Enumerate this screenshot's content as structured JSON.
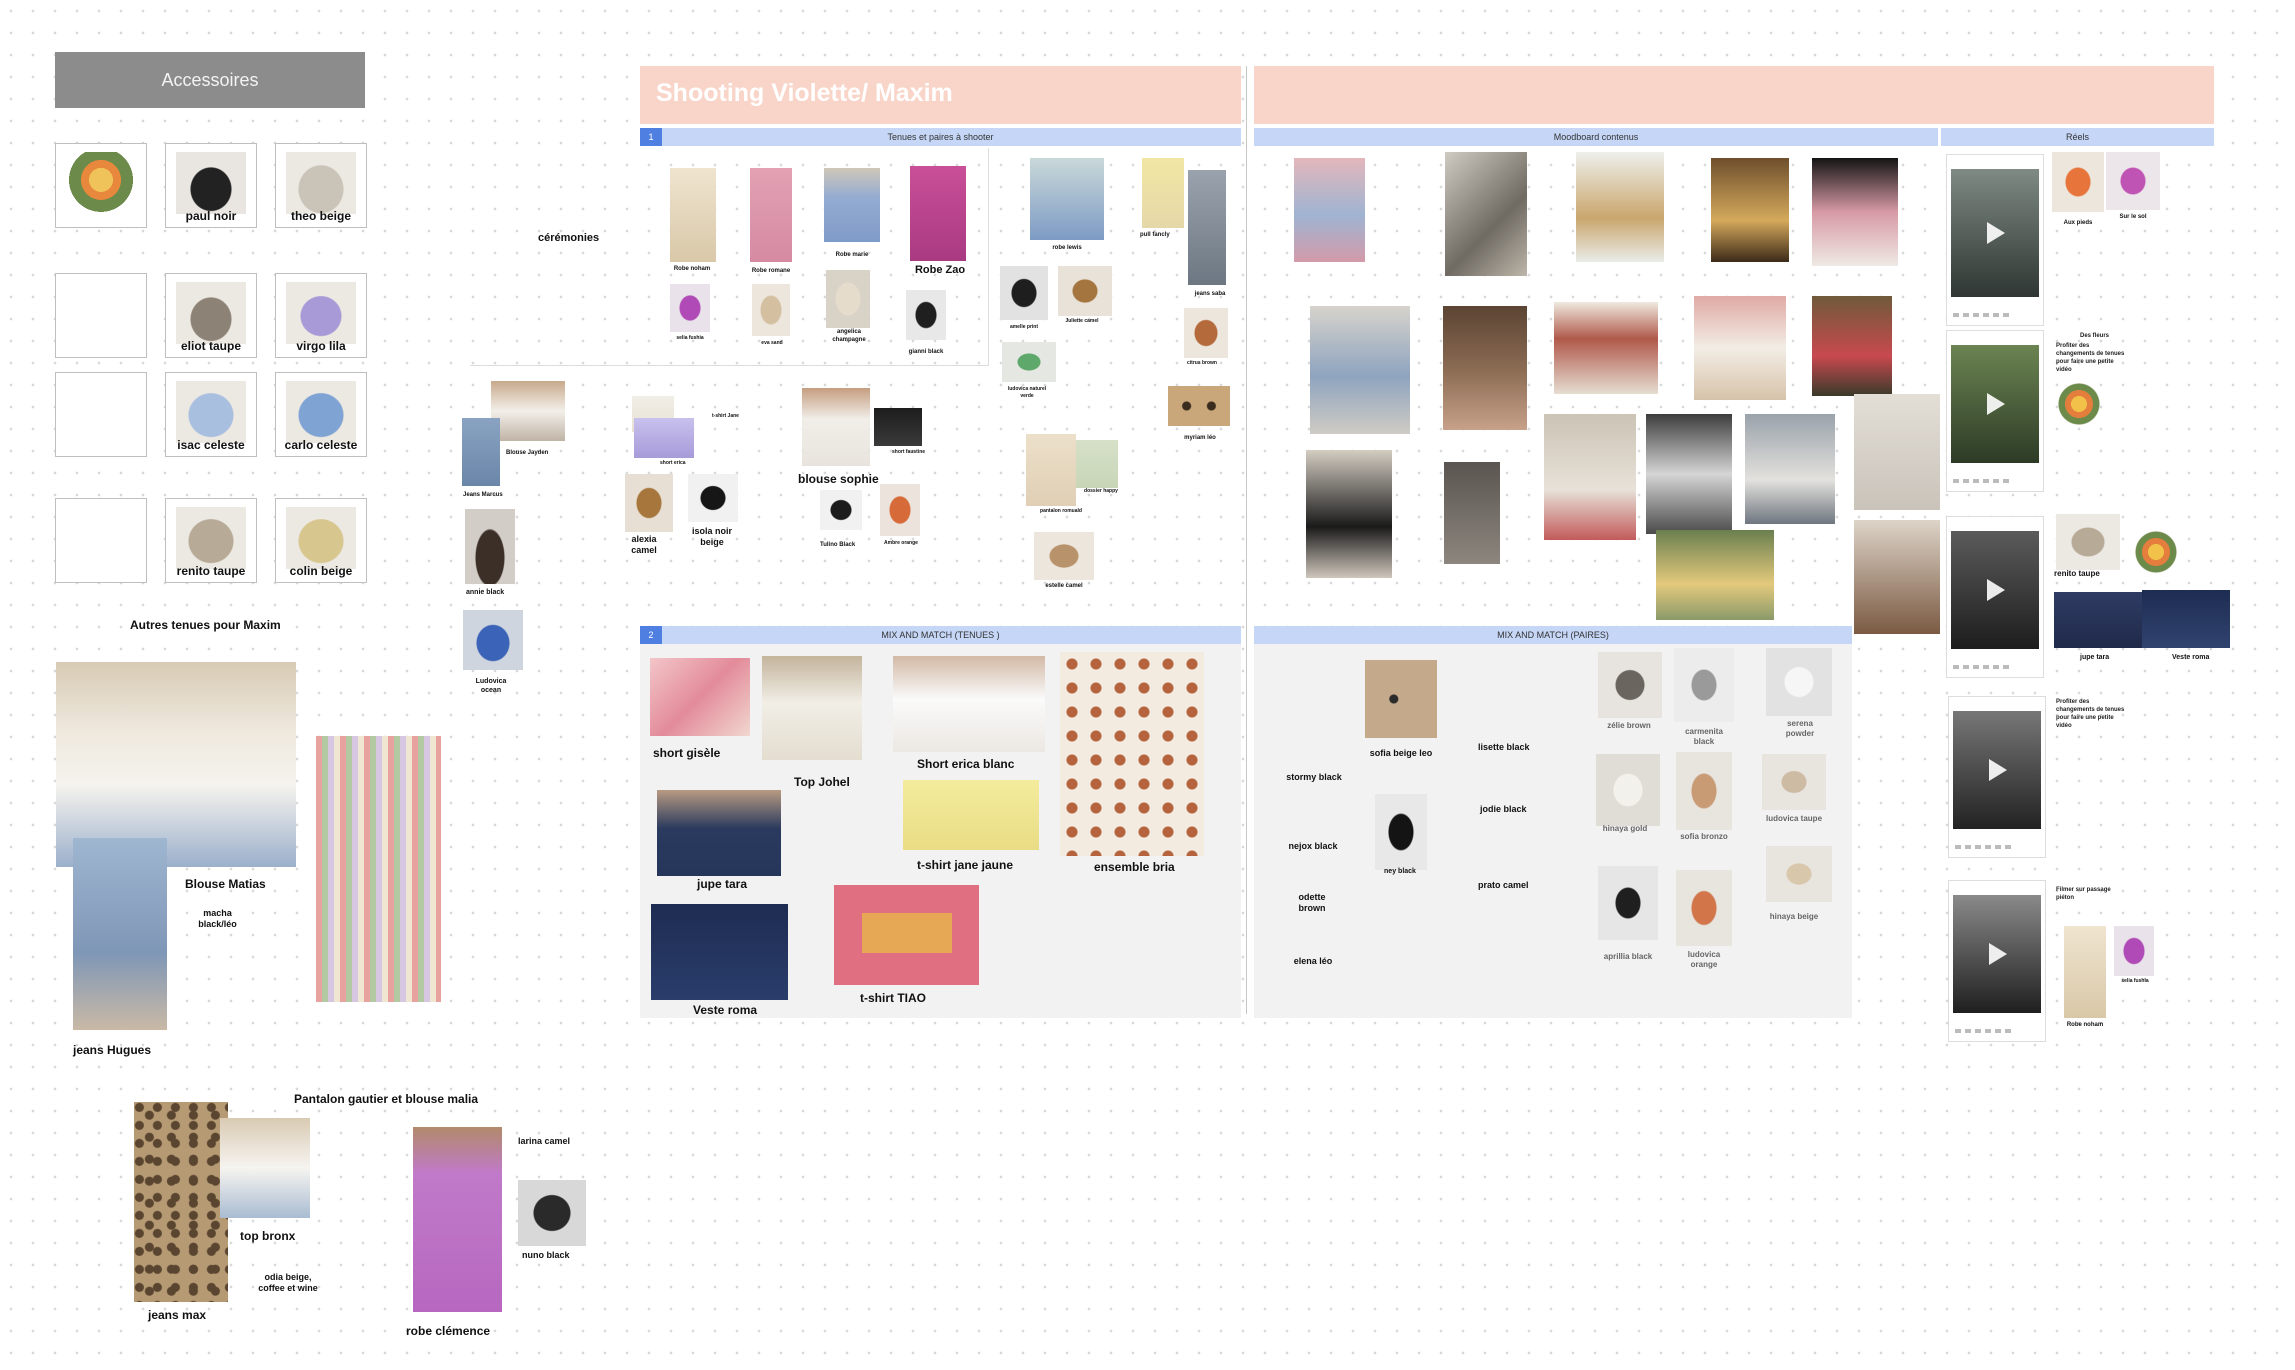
{
  "accessoires": {
    "title": "Accessoires",
    "items": [
      "",
      "paul noir",
      "theo beige",
      "",
      "eliot taupe",
      "virgo lila",
      "",
      "isac celeste",
      "carlo celeste",
      "",
      "renito taupe",
      "colin beige"
    ]
  },
  "ceremonies_label": "cérémonies",
  "maxim": {
    "title": "Autres tenues pour Maxim",
    "blouse_matias": "Blouse Matias",
    "macha": "macha black/léo",
    "jeans_hugues": "jeans Hugues",
    "pantalon_title": "Pantalon gautier et blouse malia",
    "top_bronx": "top bronx",
    "odia": "odia beige, coffee et wine",
    "jeans_max": "jeans max",
    "larina": "larina camel",
    "nuno": "nuno black",
    "robe_clemence": "robe clémence"
  },
  "left_column": {
    "blouse_jayden": "Blouse Jayden",
    "jeans_marcus": "Jeans Marcus",
    "annie_black": "annie black",
    "ludovica_ocean": "Ludovica ocean"
  },
  "shooting": {
    "title": "Shooting Violette/ Maxim",
    "section1_num": "1",
    "section1_title": "Tenues et paires à shooter",
    "row1": [
      "Robe noham",
      "Robe romane",
      "Robe marie",
      "Robe Zao",
      "robe lewis",
      "pull fancly"
    ],
    "row2": [
      "selia fushia",
      "eva sand",
      "angelica champagne",
      "gianni black",
      "jeans saba"
    ],
    "shoes_mid": [
      "amelle print",
      "Juliette camel",
      "ludovica naturel verde",
      "citrus brown",
      "myriam léo"
    ],
    "group_labels": [
      "t-shirt Jane",
      "short erica",
      "blouse sophie",
      "short faustine",
      "alexia camel",
      "isola noir beige",
      "Tulino Black",
      "Ambre orange",
      "pantalon romuald",
      "dossier happy",
      "estelle camel"
    ],
    "section2_num": "2",
    "section2_title": "MIX AND MATCH (TENUES )",
    "mix_tenues": [
      "short gisèle",
      "Top Johel",
      "Short  erica blanc",
      "t-shirt jane jaune",
      "ensemble bria",
      "jupe tara",
      "Veste roma",
      "t-shirt TIAO"
    ]
  },
  "moodboard": {
    "title": "Moodboard contenus"
  },
  "reels": {
    "title": "Réels",
    "labels": [
      "Aux pieds",
      "Sur le sol",
      "renito taupe",
      "jupe tara",
      "Veste roma",
      "Robe noham",
      "selia fushia"
    ],
    "notes": [
      "Des fleurs",
      "Profiter des changements de tenues pour faire une petite vidéo",
      "Profiter des changements de tenues pour faire une petite vidéo",
      "Filmer sur passage piéton"
    ]
  },
  "mix_paires": {
    "title": "MIX AND MATCH (PAIRES)",
    "names_left": [
      "stormy black",
      "nejox black",
      "odette brown",
      "elena léo"
    ],
    "names_img": [
      "sofia beige leo",
      "ney black"
    ],
    "names_mid": [
      "lisette black",
      "jodie black",
      "prato camel"
    ],
    "names_grid": [
      "zélie brown",
      "carmenita black",
      "serena powder",
      "hinaya gold",
      "sofia bronzo",
      "ludovica taupe",
      "aprillia black",
      "ludovica orange",
      "hinaya beige"
    ]
  }
}
